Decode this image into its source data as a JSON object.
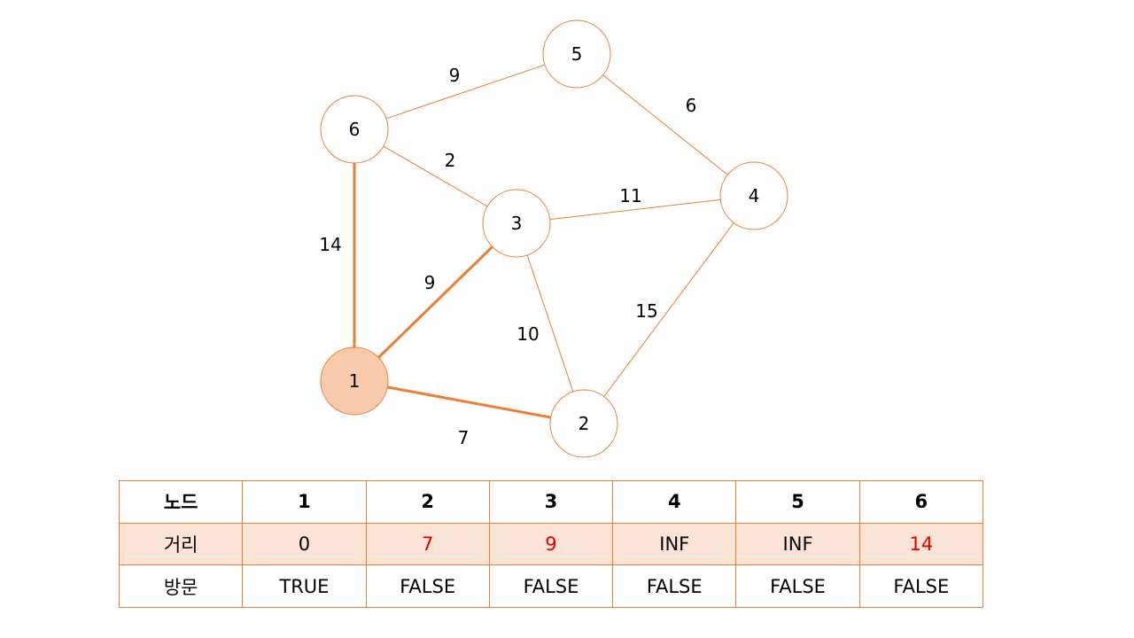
{
  "colors": {
    "accent": "#ED7D31",
    "start_fill": "#F8CBAD",
    "row_shade": "#FBE4D5",
    "highlight_text": "#E00000"
  },
  "graph": {
    "nodes": [
      {
        "id": "1",
        "label": "1",
        "start": true
      },
      {
        "id": "2",
        "label": "2"
      },
      {
        "id": "3",
        "label": "3"
      },
      {
        "id": "4",
        "label": "4"
      },
      {
        "id": "5",
        "label": "5"
      },
      {
        "id": "6",
        "label": "6"
      }
    ],
    "edges": [
      {
        "from": "5",
        "to": "6",
        "weight": "9"
      },
      {
        "from": "5",
        "to": "4",
        "weight": "6"
      },
      {
        "from": "6",
        "to": "3",
        "weight": "2"
      },
      {
        "from": "3",
        "to": "4",
        "weight": "11"
      },
      {
        "from": "6",
        "to": "1",
        "weight": "14",
        "highlight": true
      },
      {
        "from": "1",
        "to": "3",
        "weight": "9",
        "highlight": true
      },
      {
        "from": "3",
        "to": "2",
        "weight": "10"
      },
      {
        "from": "4",
        "to": "2",
        "weight": "15"
      },
      {
        "from": "1",
        "to": "2",
        "weight": "7",
        "highlight": true
      }
    ]
  },
  "table": {
    "header": [
      "노드",
      "1",
      "2",
      "3",
      "4",
      "5",
      "6"
    ],
    "distance": [
      {
        "text": "거리",
        "updated": false
      },
      {
        "text": "0",
        "updated": false
      },
      {
        "text": "7",
        "updated": true
      },
      {
        "text": "9",
        "updated": true
      },
      {
        "text": "INF",
        "updated": false
      },
      {
        "text": "INF",
        "updated": false
      },
      {
        "text": "14",
        "updated": true
      }
    ],
    "visited": [
      "방문",
      "TRUE",
      "FALSE",
      "FALSE",
      "FALSE",
      "FALSE",
      "FALSE"
    ]
  }
}
